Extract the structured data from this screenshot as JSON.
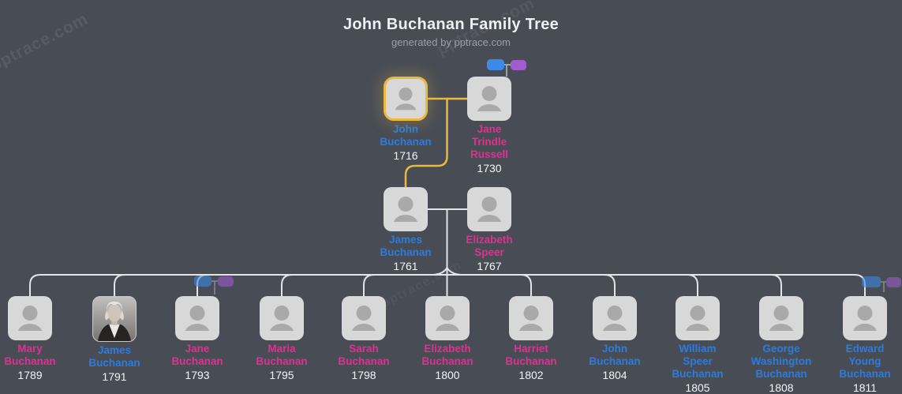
{
  "header": {
    "title": "John Buchanan Family Tree",
    "subtitle": "generated by pptrace.com"
  },
  "watermark_text": "pptrace.com",
  "colors": {
    "background": "#474C55",
    "male_name": "#2B7CE0",
    "female_name": "#E23090",
    "year_text": "#F5F5F5",
    "card_box": "#D8D8D8",
    "silhouette": "#A9A9A9",
    "connector": "#E2E4E6",
    "selected_outline": "#ECB83D",
    "father_link_icon_color": "#3B8BE6",
    "mother_link_icon_color": "#A05CD0"
  },
  "icons": {
    "person_avatar": "person-silhouette-icon",
    "father_link": "father-link-icon",
    "mother_link": "mother-link-icon"
  },
  "tree": {
    "generation1": [
      {
        "name_lines": [
          "John",
          "Buchanan"
        ],
        "year": "1716",
        "gender": "male",
        "selected": true
      },
      {
        "name_lines": [
          "Jane",
          "Trindle",
          "Russell"
        ],
        "year": "1730",
        "gender": "female",
        "has_parent_links": true
      }
    ],
    "generation2": [
      {
        "name_lines": [
          "James",
          "Buchanan"
        ],
        "year": "1761",
        "gender": "male"
      },
      {
        "name_lines": [
          "Elizabeth",
          "Speer"
        ],
        "year": "1767",
        "gender": "female"
      }
    ],
    "children": [
      {
        "name_lines": [
          "Mary",
          "Buchanan"
        ],
        "year": "1789",
        "gender": "female"
      },
      {
        "name_lines": [
          "James",
          "Buchanan"
        ],
        "year": "1791",
        "gender": "male",
        "has_photo": true
      },
      {
        "name_lines": [
          "Jane",
          "Buchanan"
        ],
        "year": "1793",
        "gender": "female",
        "has_parent_links": true
      },
      {
        "name_lines": [
          "Maria",
          "Buchanan"
        ],
        "year": "1795",
        "gender": "female"
      },
      {
        "name_lines": [
          "Sarah",
          "Buchanan"
        ],
        "year": "1798",
        "gender": "female"
      },
      {
        "name_lines": [
          "Elizabeth",
          "Buchanan"
        ],
        "year": "1800",
        "gender": "female"
      },
      {
        "name_lines": [
          "Harriet",
          "Buchanan"
        ],
        "year": "1802",
        "gender": "female"
      },
      {
        "name_lines": [
          "John",
          "Buchanan"
        ],
        "year": "1804",
        "gender": "male"
      },
      {
        "name_lines": [
          "William",
          "Speer",
          "Buchanan"
        ],
        "year": "1805",
        "gender": "male"
      },
      {
        "name_lines": [
          "George",
          "Washington",
          "Buchanan"
        ],
        "year": "1808",
        "gender": "male"
      },
      {
        "name_lines": [
          "Edward",
          "Young",
          "Buchanan"
        ],
        "year": "1811",
        "gender": "male",
        "has_parent_links": true
      }
    ]
  }
}
